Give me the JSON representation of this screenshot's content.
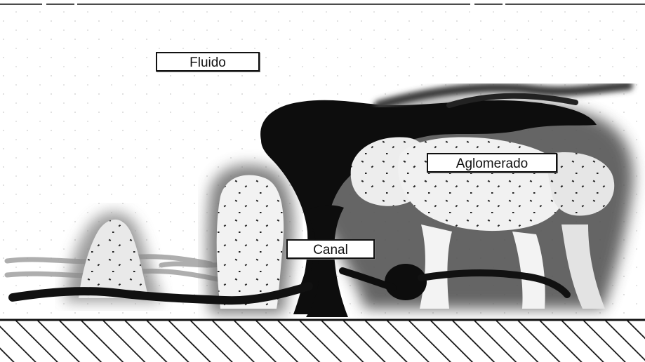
{
  "labels": {
    "fluid": "Fluido",
    "agglomerate": "Aglomerado",
    "channel": "Canal"
  },
  "colors": {
    "ink": "#111111",
    "background": "#ffffff",
    "speckle": "#bdbdbd",
    "halo": "#777777"
  }
}
